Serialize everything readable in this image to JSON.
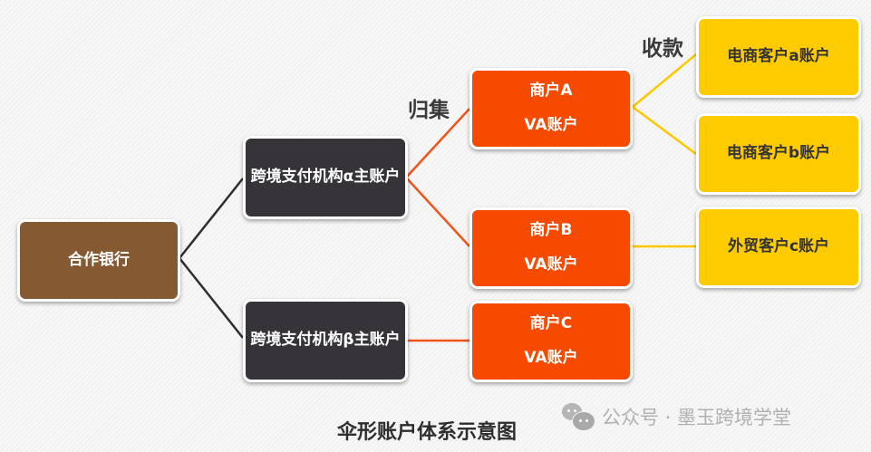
{
  "diagram": {
    "bank": {
      "label": "合作银行"
    },
    "institutions": [
      {
        "label": "跨境支付机构α主账户"
      },
      {
        "label": "跨境支付机构β主账户"
      }
    ],
    "merchants": [
      {
        "name": "商户A",
        "account": "VA账户"
      },
      {
        "name": "商户B",
        "account": "VA账户"
      },
      {
        "name": "商户C",
        "account": "VA账户"
      }
    ],
    "clients": [
      {
        "label": "电商客户a账户"
      },
      {
        "label": "电商客户b账户"
      },
      {
        "label": "外贸客户c账户"
      }
    ],
    "flow_labels": {
      "collect": "归集",
      "receive": "收款"
    },
    "caption": "伞形账户体系示意图",
    "colors": {
      "bank": "#855a33",
      "institution": "#363438",
      "merchant": "#f54a00",
      "client": "#fecb00",
      "line_dark": "#2f2d30",
      "line_orange": "#f0541a",
      "line_yellow": "#fcc800"
    }
  },
  "watermark": {
    "icon": "wechat-icon",
    "text": "公众号 · 墨玉跨境学堂"
  }
}
